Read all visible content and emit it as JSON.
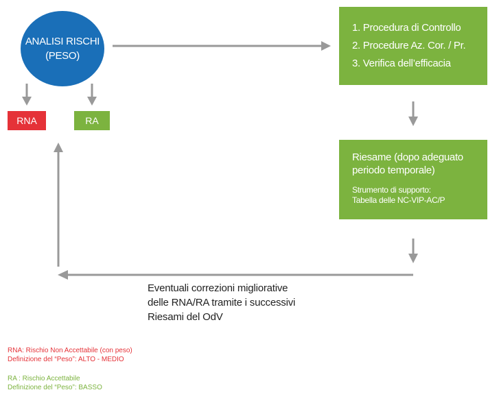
{
  "circle": {
    "line1": "ANALISI RISCHI",
    "line2": "(PESO)"
  },
  "tags": {
    "rna": "RNA",
    "ra": "RA"
  },
  "box1": {
    "items": [
      "1. Procedura di Controllo",
      "2. Procedure Az. Cor. / Pr.",
      "3. Verifica dell’efficacia"
    ]
  },
  "box2": {
    "title_line1": "Riesame (dopo adeguato",
    "title_line2": "periodo temporale)",
    "sub_line1": "Strumento di supporto:",
    "sub_line2": "Tabella delle NC-VIP-AC/P"
  },
  "caption": {
    "line1": "Eventuali correzioni migliorative",
    "line2": "delle RNA/RA tramite i successivi",
    "line3": "Riesami del OdV"
  },
  "legend": {
    "rna_line1": "RNA: Rischio Non Accettabile (con peso)",
    "rna_line2": "Definizione del “Peso”: ALTO - MEDIO",
    "ra_line1": "RA : Rischio Accettabile",
    "ra_line2": "Definizione del “Peso”: BASSO"
  },
  "colors": {
    "circle": "#1a6fb8",
    "green": "#7cb33f",
    "red": "#e53238",
    "arrow": "#999999"
  }
}
